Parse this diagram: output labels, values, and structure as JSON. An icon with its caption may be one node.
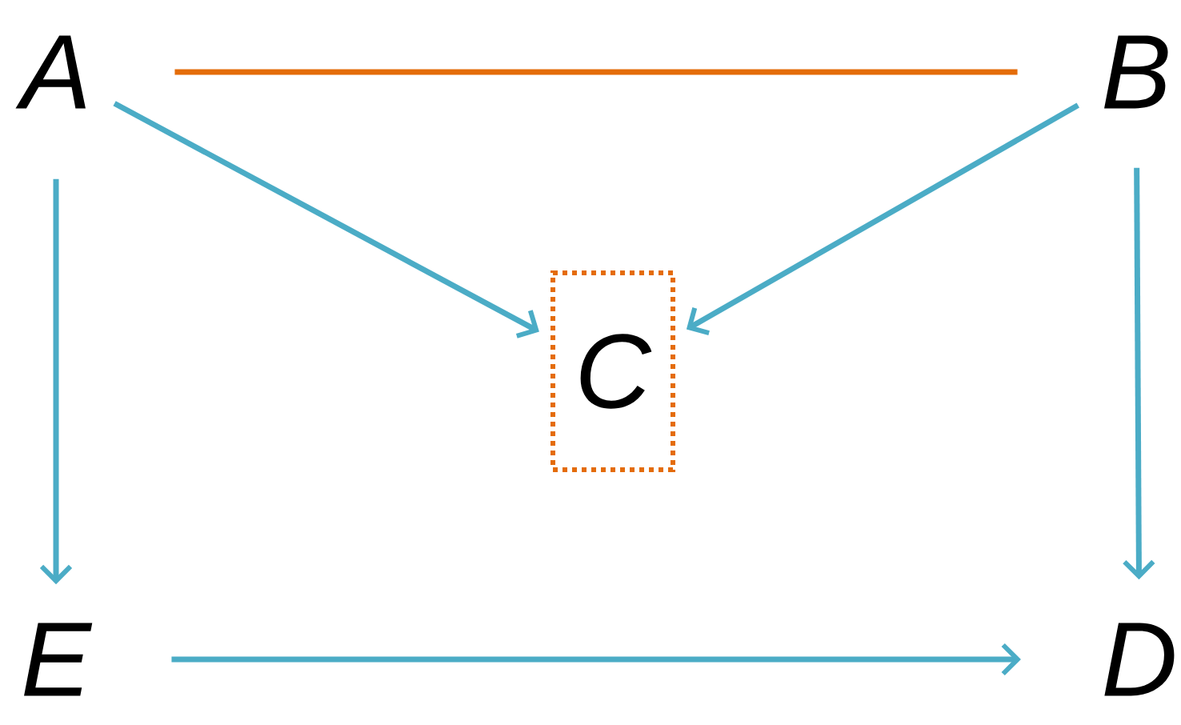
{
  "diagram": {
    "nodes": [
      {
        "text": [
          "A"
        ]
      },
      {
        "text": [
          "B"
        ]
      },
      {
        "text": [
          "C"
        ]
      },
      {
        "text": [
          "D"
        ]
      },
      {
        "text": [
          "E"
        ]
      }
    ],
    "edges": [
      {
        "from": 0,
        "to": 1,
        "arrow": "none",
        "color": "#e46c0a"
      },
      {
        "from": 0,
        "to": 2,
        "arrow": "to"
      },
      {
        "from": 1,
        "to": 2,
        "arrow": "to"
      },
      {
        "from": 0,
        "to": 4,
        "arrow": "to"
      },
      {
        "from": 1,
        "to": 3,
        "arrow": "to"
      },
      {
        "from": 4,
        "to": 3,
        "arrow": "to"
      }
    ]
  }
}
